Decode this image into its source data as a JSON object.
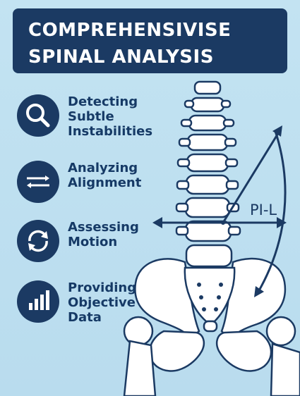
{
  "title": {
    "line1": "COMPREHENSIVISE",
    "line2": "SPINAL ANALYSIS"
  },
  "features": [
    {
      "icon": "magnifier-icon",
      "label": "Detecting Subtle Instabilities"
    },
    {
      "icon": "alignment-arrows-icon",
      "label": "Analyzing Alignment"
    },
    {
      "icon": "rotation-arrows-icon",
      "label": "Assessing Motion"
    },
    {
      "icon": "bar-chart-icon",
      "label": "Providing Objective Data"
    }
  ],
  "diagram": {
    "measure_label": "PI-L"
  },
  "colors": {
    "background": "#bfe0f0",
    "navy": "#1b3a63",
    "bone": "#ffffff"
  }
}
